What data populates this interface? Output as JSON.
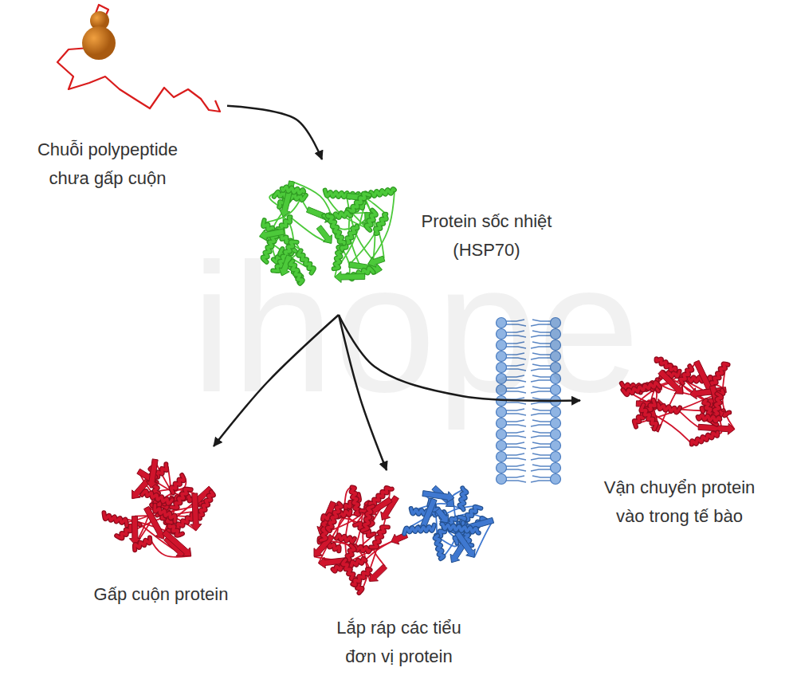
{
  "diagram": {
    "nodes": [
      {
        "text": [
          "Chuỗi polypeptide chưa gấp cuộn"
        ]
      },
      {
        "text": [
          "Protein sốc nhiệt (HSP70)"
        ]
      },
      {
        "text": [
          "Gấp cuộn protein"
        ]
      },
      {
        "text": [
          "Lắp ráp các tiểu đơn vị protein"
        ]
      },
      {
        "text": [
          "Vận chuyển protein vào trong tế bào"
        ]
      }
    ],
    "edges": [
      {
        "from": 0,
        "to": 1,
        "arrow": "to"
      },
      {
        "from": 1,
        "to": 2,
        "arrow": "to"
      },
      {
        "from": 1,
        "to": 3,
        "arrow": "to"
      },
      {
        "from": 1,
        "to": 4,
        "arrow": "to"
      }
    ],
    "labels": [
      "ihope"
    ]
  }
}
